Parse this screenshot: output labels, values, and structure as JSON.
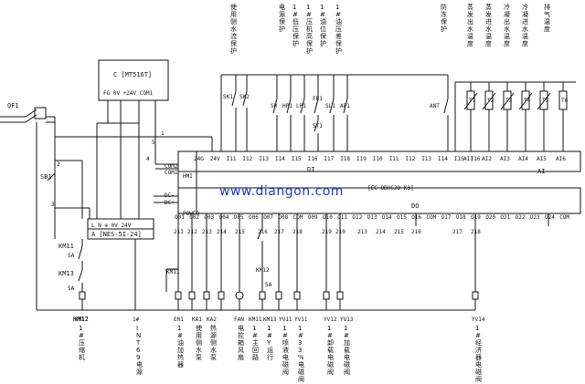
{
  "diagram": {
    "watermark": "www.diangon.com",
    "top_labels_di": [
      "使用侧水流保护",
      "电源保护",
      "1#低压保护",
      "1#压机高保护",
      "1#油位保护",
      "1#油压差保护"
    ],
    "top_labels_ai": [
      "防冻保护",
      "蒸发出水温度",
      "蒸发进水温度",
      "冷凝出水温度",
      "冷凝进水温度",
      "排气温度"
    ],
    "hmi": {
      "title": "C [MT516T]",
      "ports": "FG 0V +24V COM1"
    },
    "plc": {
      "model": "[EC-8BHC2D-K3]",
      "di_label": "DI",
      "do_label": "DO",
      "ai_label": "AI",
      "power_com2": "COM2",
      "power_com1": "COM1",
      "hmi": "HMI",
      "dc_minus": "DC-",
      "dc_plus": "DC+",
      "power": "POWER"
    },
    "power_supply": {
      "label": "A [NES-5I-24]",
      "terminals": "L N ⊕ 0V 24V"
    },
    "left_labels": {
      "qf1": "QF1",
      "sb1": "SB1",
      "km11": "KM11",
      "km13": "KM13",
      "km12": "KM12",
      "n2": "2",
      "n3": "3",
      "n4": "4",
      "n5": "5",
      "n1": "1"
    },
    "di_inputs": [
      "24G",
      "24V",
      "I11",
      "I12",
      "I13",
      "I14",
      "I15",
      "I16",
      "I17",
      "I18",
      "I19",
      "I10",
      "I11",
      "I12",
      "I13",
      "I14",
      "I15",
      "I16"
    ],
    "di_switches": [
      "SK1",
      "SK2",
      "SR",
      "HP1",
      "LP1",
      "FR1",
      "ST1",
      "SL1",
      "AP1",
      "ANT"
    ],
    "ai_inputs": [
      "AI1",
      "AI2",
      "AI3",
      "AI4",
      "AI5",
      "AI6"
    ],
    "ai_sensors": [
      "T1",
      "T2",
      "T3",
      "T4",
      "T5",
      "T6"
    ],
    "do_outputs": [
      "O01",
      "O02",
      "O03",
      "O04",
      "O05",
      "O06",
      "O07",
      "O08",
      "COM",
      "O09",
      "O10",
      "O11",
      "O12",
      "O13",
      "O14",
      "O15",
      "O16",
      "COM",
      "O17",
      "O18",
      "O19",
      "O20",
      "O21",
      "O22",
      "O23",
      "O24",
      "COM"
    ],
    "do_wires": [
      "211",
      "212",
      "213",
      "214",
      "215",
      "216",
      "217",
      "218",
      "219",
      "210",
      "213",
      "214",
      "215",
      "216",
      "217",
      "218"
    ],
    "bottom_devices": [
      {
        "tag": "KM12",
        "desc": "1#压缩机"
      },
      {
        "tag": "1#",
        "desc": "INT69电源"
      },
      {
        "tag": "EH1",
        "desc": "1#油加热器"
      },
      {
        "tag": "KA1",
        "desc": "使用侧水泵"
      },
      {
        "tag": "KA2",
        "desc": "热源侧水泵"
      },
      {
        "tag": "FAN",
        "desc": "电控箱风扇"
      },
      {
        "tag": "KM11",
        "desc": "1#主回路"
      },
      {
        "tag": "KM13",
        "desc": "1#Y运行"
      },
      {
        "tag": "YV11",
        "desc": "1#喷液电磁阀"
      },
      {
        "tag": "YV11",
        "desc": "1#33%电磁阀"
      },
      {
        "tag": "YV12",
        "desc": "1#卸载电磁阀"
      },
      {
        "tag": "YV13",
        "desc": "1#加载电磁阀"
      },
      {
        "tag": "YV14",
        "desc": "1#经济器电磁阀"
      }
    ],
    "contact_labels": {
      "km11": "KM11",
      "km12": "KM12",
      "kmi": "KM13",
      "a5": "5A",
      "a5b": "5A",
      "a5c": "5A"
    }
  }
}
